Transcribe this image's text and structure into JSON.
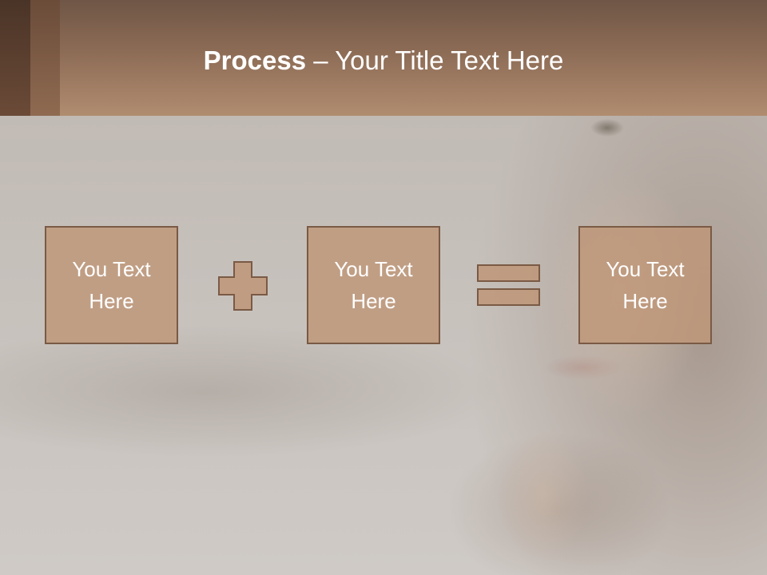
{
  "slide": {
    "title_strong": "Process",
    "title_rest": " – Your Title Text Here"
  },
  "process": {
    "steps": [
      {
        "label": "You Text Here"
      },
      {
        "label": "You Text Here"
      },
      {
        "label": "You Text Here"
      }
    ],
    "operators": [
      "plus-icon",
      "equals-icon"
    ]
  },
  "colors": {
    "header_top": "#6f5646",
    "header_bottom": "#b08c70",
    "box_fill": "#be9678",
    "box_border": "#7a5a45"
  }
}
